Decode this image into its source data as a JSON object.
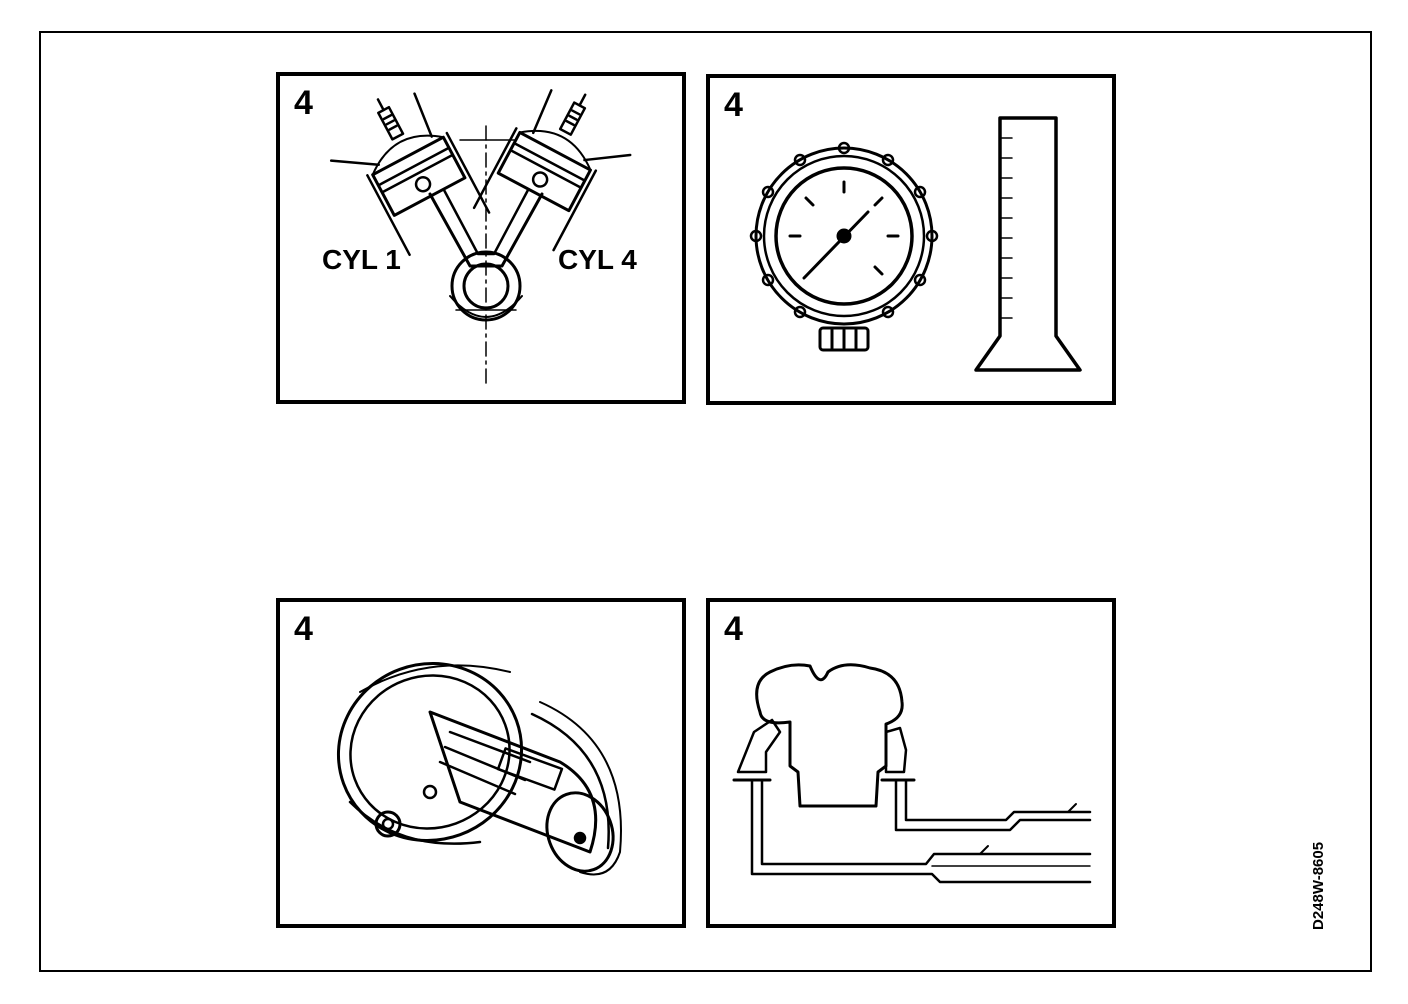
{
  "panels": [
    {
      "number": "4",
      "labels": [
        "CYL 1",
        "CYL 4"
      ],
      "icon": "v-engine-pistons-icon"
    },
    {
      "number": "4",
      "icon": "pressure-gauge-and-measuring-cylinder-icon"
    },
    {
      "number": "4",
      "icon": "starter-motor-icon"
    },
    {
      "number": "4",
      "icon": "engine-fuel-lines-icon"
    }
  ],
  "figure_code": "D248W-8605"
}
